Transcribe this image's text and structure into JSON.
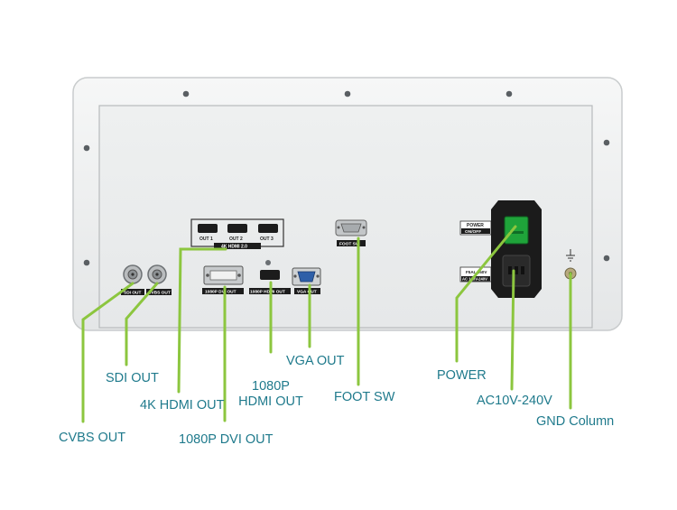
{
  "device_labels": {
    "out1": "OUT 1",
    "out2": "OUT 2",
    "out3": "OUT 3",
    "hdmi_group": "4K HDMI 2.0",
    "sdi": "SDI OUT",
    "cvbs": "CVBS OUT",
    "dvi": "1080P DVI OUT",
    "hdmi_1080": "1080P HDMI OUT",
    "vga": "VGA OUT",
    "foot": "FOOT SW",
    "power_label_1": "POWER",
    "power_label_2": "ON/OFF",
    "fuse_1": "F5AL 250V",
    "fuse_2": "AC 100V-240V"
  },
  "callouts": {
    "sdi_out": "SDI OUT",
    "cvbs_out": "CVBS OUT",
    "hdmi_4k_out": "4K HDMI OUT",
    "dvi_out": "1080P DVI OUT",
    "hdmi_1080p_line1": "1080P",
    "hdmi_1080p_line2": "HDMI OUT",
    "vga_out": "VGA OUT",
    "foot_sw": "FOOT SW",
    "power": "POWER",
    "ac_input": "AC10V-240V",
    "gnd_column": "GND Column"
  },
  "colors": {
    "callout_line": "#8cc63f",
    "callout_text": "#1f7a8c",
    "panel": "#ebedee",
    "power_switch": "#1fa33a"
  }
}
